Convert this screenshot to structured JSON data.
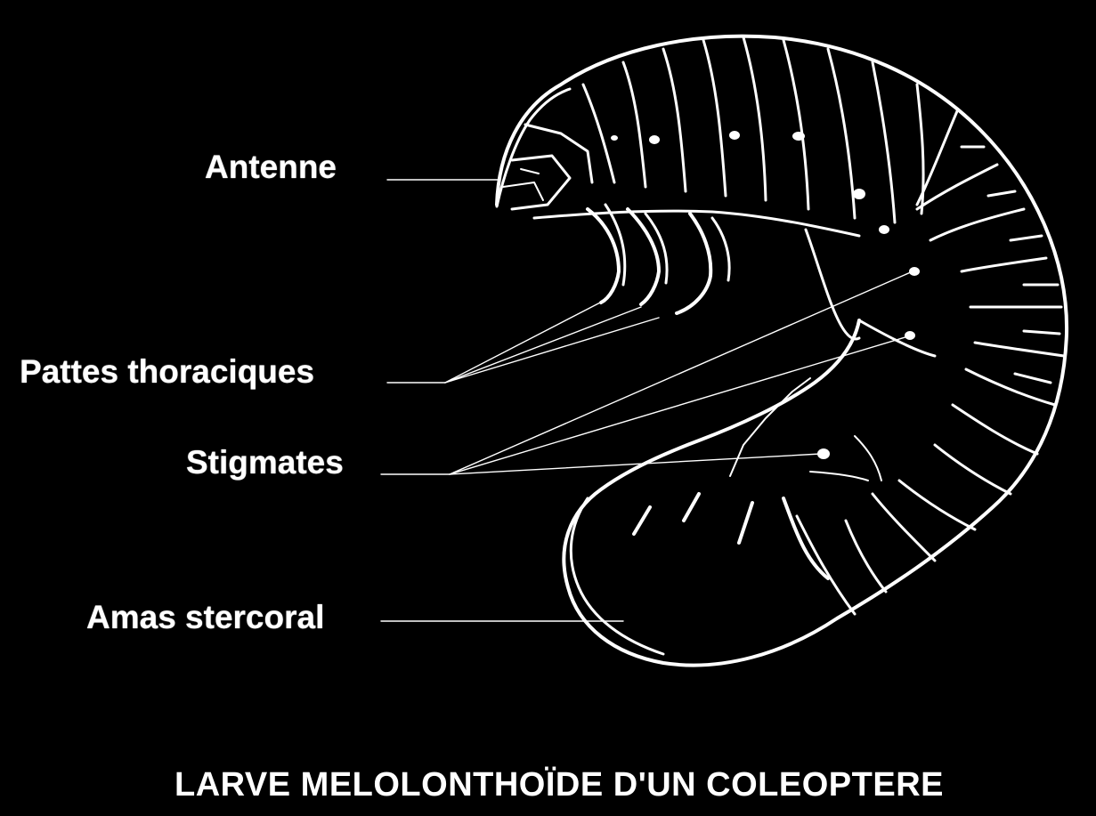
{
  "diagram": {
    "title": "LARVE MELOLONTHOÏDE D'UN COLEOPTERE",
    "labels": {
      "antenne": "Antenne",
      "pattes": "Pattes thoraciques",
      "stigmates": "Stigmates",
      "amas": "Amas stercoral"
    },
    "colors": {
      "background": "#000000",
      "line": "#ffffff",
      "frame": "#ffffff"
    }
  }
}
